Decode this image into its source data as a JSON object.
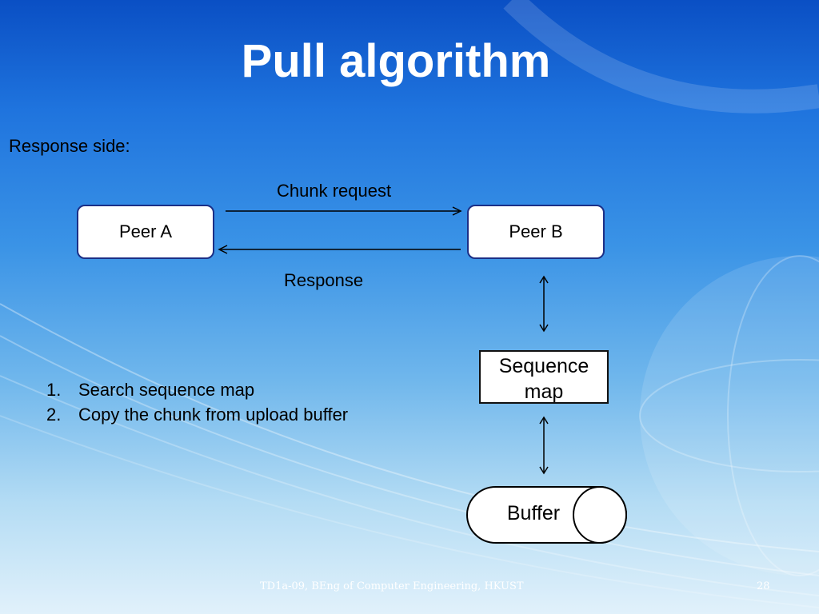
{
  "slide": {
    "title": "Pull algorithm",
    "subtitle": "Response side:",
    "footer": "TD1a-09, BEng of Computer Engineering, HKUST",
    "page_number": "28"
  },
  "diagram": {
    "peer_a": "Peer A",
    "peer_b": "Peer B",
    "request_label": "Chunk request",
    "response_label": "Response",
    "sequence_map": [
      "Sequence",
      "map"
    ],
    "buffer": "Buffer"
  },
  "steps": [
    {
      "num": "1.",
      "text": "Search sequence map"
    },
    {
      "num": "2.",
      "text": "Copy the chunk from upload buffer"
    }
  ],
  "colors": {
    "background_top": "#0a4fc4",
    "background_bottom": "#e1f1fb",
    "box_border": "#1c2f86",
    "title": "#ffffff"
  }
}
